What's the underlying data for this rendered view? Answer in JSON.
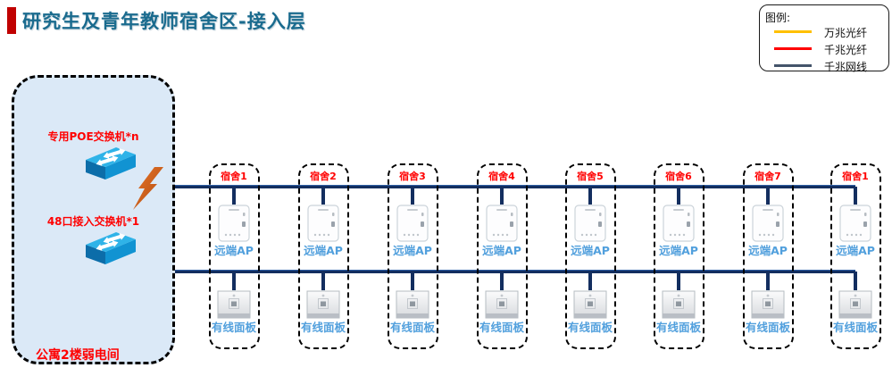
{
  "title": "研究生及青年教师宿舍区-接入层",
  "legend": {
    "heading": "图例:",
    "items": [
      {
        "label": "万兆光纤",
        "color": "#ffc000"
      },
      {
        "label": "千兆光纤",
        "color": "#ff0000"
      },
      {
        "label": "千兆网线",
        "color": "#44546a"
      }
    ]
  },
  "equipment_room": {
    "poe_switch_label": "专用POE交换机*n",
    "access_switch_label": "48口接入交换机*1",
    "room_label": "公寓2楼弱电间"
  },
  "dorms": {
    "rooms": [
      "宿舍1",
      "宿舍2",
      "宿舍3",
      "宿舍4",
      "宿舍5",
      "宿舍6",
      "宿舍7",
      "宿舍1"
    ],
    "ap_label": "远端AP",
    "panel_label": "有线面板"
  },
  "colors": {
    "network_line": "#132e5f",
    "title_text": "#1a6b8e",
    "red_label": "#ff0000",
    "device_label": "#52a0dd",
    "room_fill": "#dbe9f7"
  }
}
